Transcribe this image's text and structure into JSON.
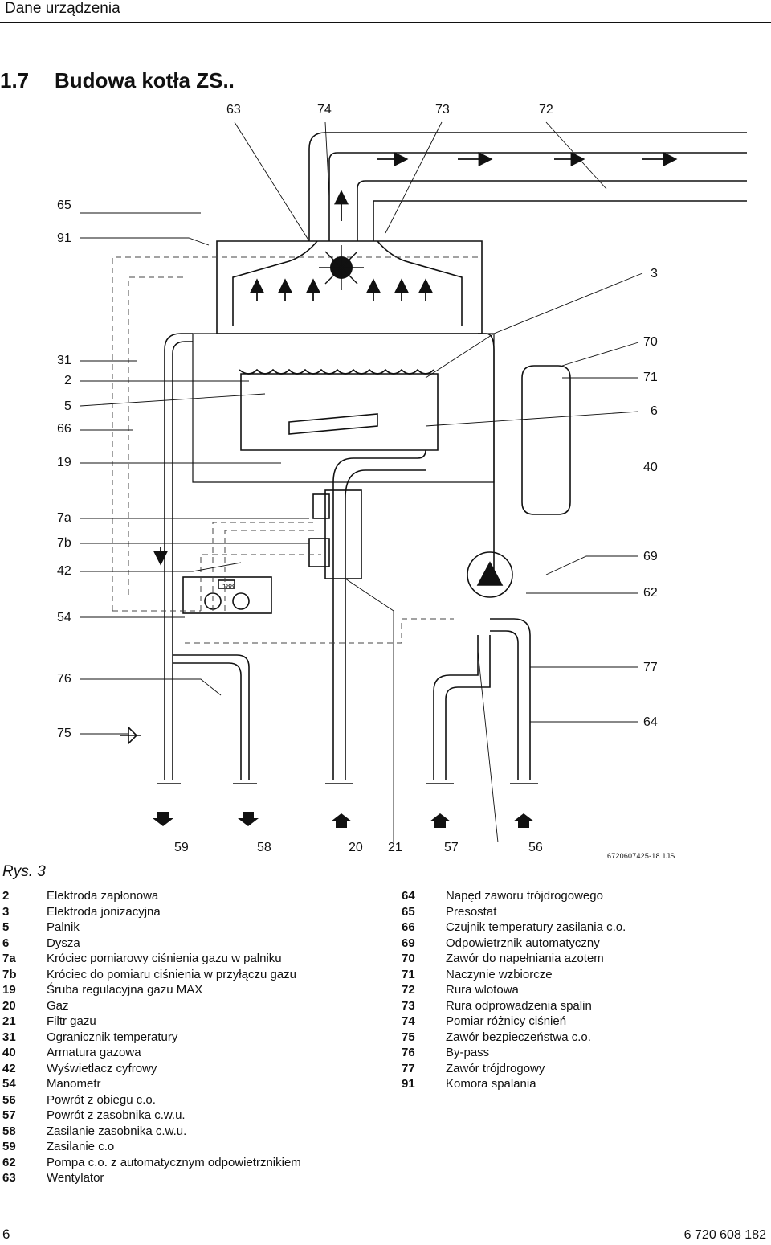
{
  "header": {
    "title": "Dane urządzenia"
  },
  "section": {
    "number": "1.7",
    "title": "Budowa kotła ZS.."
  },
  "figure": {
    "caption": "Rys. 3",
    "code": "6720607425-18.1JS",
    "top_labels": [
      "63",
      "74",
      "73",
      "72"
    ],
    "left_labels": [
      "65",
      "91",
      "31",
      "2",
      "5",
      "66",
      "19",
      "7a",
      "7b",
      "42",
      "54",
      "76",
      "75"
    ],
    "right_labels": [
      "3",
      "70",
      "71",
      "6",
      "40",
      "69",
      "62",
      "77",
      "64"
    ],
    "bottom_labels": [
      "59",
      "58",
      "20",
      "21",
      "57",
      "56"
    ]
  },
  "legend_left": [
    {
      "num": "2",
      "text": "Elektroda zapłonowa"
    },
    {
      "num": "3",
      "text": "Elektroda jonizacyjna"
    },
    {
      "num": "5",
      "text": "Palnik"
    },
    {
      "num": "6",
      "text": "Dysza"
    },
    {
      "num": "7a",
      "text": "Króciec pomiarowy ciśnienia gazu w palniku"
    },
    {
      "num": "7b",
      "text": "Króciec do pomiaru ciśnienia w przyłączu gazu"
    },
    {
      "num": "19",
      "text": "Śruba regulacyjna gazu MAX"
    },
    {
      "num": "20",
      "text": "Gaz"
    },
    {
      "num": "21",
      "text": "Filtr gazu"
    },
    {
      "num": "31",
      "text": "Ogranicznik temperatury"
    },
    {
      "num": "40",
      "text": "Armatura gazowa"
    },
    {
      "num": "42",
      "text": "Wyświetlacz cyfrowy"
    },
    {
      "num": "54",
      "text": "Manometr"
    },
    {
      "num": "56",
      "text": "Powrót z obiegu c.o."
    },
    {
      "num": "57",
      "text": "Powrót z zasobnika c.w.u."
    },
    {
      "num": "58",
      "text": "Zasilanie zasobnika c.w.u."
    },
    {
      "num": "59",
      "text": "Zasilanie c.o"
    },
    {
      "num": "62",
      "text": "Pompa c.o. z automatycznym odpowietrznikiem"
    },
    {
      "num": "63",
      "text": "Wentylator"
    }
  ],
  "legend_right": [
    {
      "num": "64",
      "text": "Napęd zaworu trójdrogowego"
    },
    {
      "num": "65",
      "text": "Presostat"
    },
    {
      "num": "66",
      "text": "Czujnik temperatury zasilania c.o."
    },
    {
      "num": "69",
      "text": "Odpowietrznik automatyczny"
    },
    {
      "num": "70",
      "text": "Zawór do napełniania azotem"
    },
    {
      "num": "71",
      "text": "Naczynie wzbiorcze"
    },
    {
      "num": "72",
      "text": "Rura wlotowa"
    },
    {
      "num": "73",
      "text": "Rura odprowadzenia spalin"
    },
    {
      "num": "74",
      "text": "Pomiar różnicy ciśnień"
    },
    {
      "num": "75",
      "text": "Zawór bezpieczeństwa c.o."
    },
    {
      "num": "76",
      "text": "By-pass"
    },
    {
      "num": "77",
      "text": "Zawór trójdrogowy"
    },
    {
      "num": "91",
      "text": "Komora spalania"
    }
  ],
  "footer": {
    "page": "6",
    "doc_number": "6 720 608 182"
  },
  "display_readout": "188"
}
